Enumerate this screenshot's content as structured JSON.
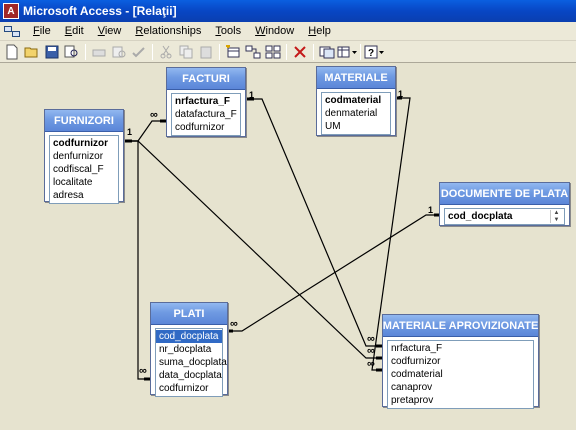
{
  "window": {
    "title": "Microsoft Access - [Relaţii]",
    "app_icon_letter": "A"
  },
  "menu": [
    {
      "label": "File",
      "key": "F",
      "rest": "ile"
    },
    {
      "label": "Edit",
      "key": "E",
      "rest": "dit"
    },
    {
      "label": "View",
      "key": "V",
      "rest": "iew"
    },
    {
      "label": "Relationships",
      "key": "R",
      "rest": "elationships"
    },
    {
      "label": "Tools",
      "key": "T",
      "rest": "ools"
    },
    {
      "label": "Window",
      "key": "W",
      "rest": "indow"
    },
    {
      "label": "Help",
      "key": "H",
      "rest": "elp"
    }
  ],
  "toolbar": [
    "new-icon",
    "open-icon",
    "save-icon",
    "file-search-icon",
    "print-icon",
    "print-preview-icon",
    "spelling-icon",
    "cut-icon",
    "copy-icon",
    "paste-icon",
    "show-table-icon",
    "show-direct-icon",
    "show-all-icon",
    "delete-icon",
    "database-window-icon",
    "new-object-icon",
    "help-icon"
  ],
  "tables": [
    {
      "id": "furnizori",
      "name": "FURNIZORI",
      "fields": [
        {
          "label": "codfurnizor",
          "pk": true
        },
        {
          "label": "denfurnizor"
        },
        {
          "label": "codfiscal_F"
        },
        {
          "label": "localitate"
        },
        {
          "label": "adresa"
        }
      ]
    },
    {
      "id": "facturi",
      "name": "FACTURI",
      "fields": [
        {
          "label": "nrfactura_F",
          "pk": true
        },
        {
          "label": "datafactura_F"
        },
        {
          "label": "codfurnizor"
        }
      ]
    },
    {
      "id": "materiale",
      "name": "MATERIALE",
      "fields": [
        {
          "label": "codmaterial",
          "pk": true
        },
        {
          "label": "denmaterial"
        },
        {
          "label": "UM"
        }
      ]
    },
    {
      "id": "documente",
      "name": "DOCUMENTE DE PLATA",
      "fields": [
        {
          "label": "cod_docplata",
          "pk": true
        }
      ]
    },
    {
      "id": "plati",
      "name": "PLATI",
      "fields": [
        {
          "label": "cod_docplata",
          "selected": true
        },
        {
          "label": "nr_docplata"
        },
        {
          "label": "suma_docplata"
        },
        {
          "label": "data_docplata"
        },
        {
          "label": "codfurnizor"
        }
      ]
    },
    {
      "id": "aprov",
      "name": "MATERIALE APROVIZIONATE",
      "fields": [
        {
          "label": "nrfactura_F"
        },
        {
          "label": "codfurnizor"
        },
        {
          "label": "codmaterial"
        },
        {
          "label": "canaprov"
        },
        {
          "label": "pretaprov"
        }
      ]
    }
  ],
  "cardinality": {
    "one": "1",
    "many": "∞"
  },
  "colors": {
    "title_bar": "#0846c4",
    "table_header": "#6f9ae2",
    "selection": "#316ac5",
    "canvas": "#e6e3cf"
  }
}
